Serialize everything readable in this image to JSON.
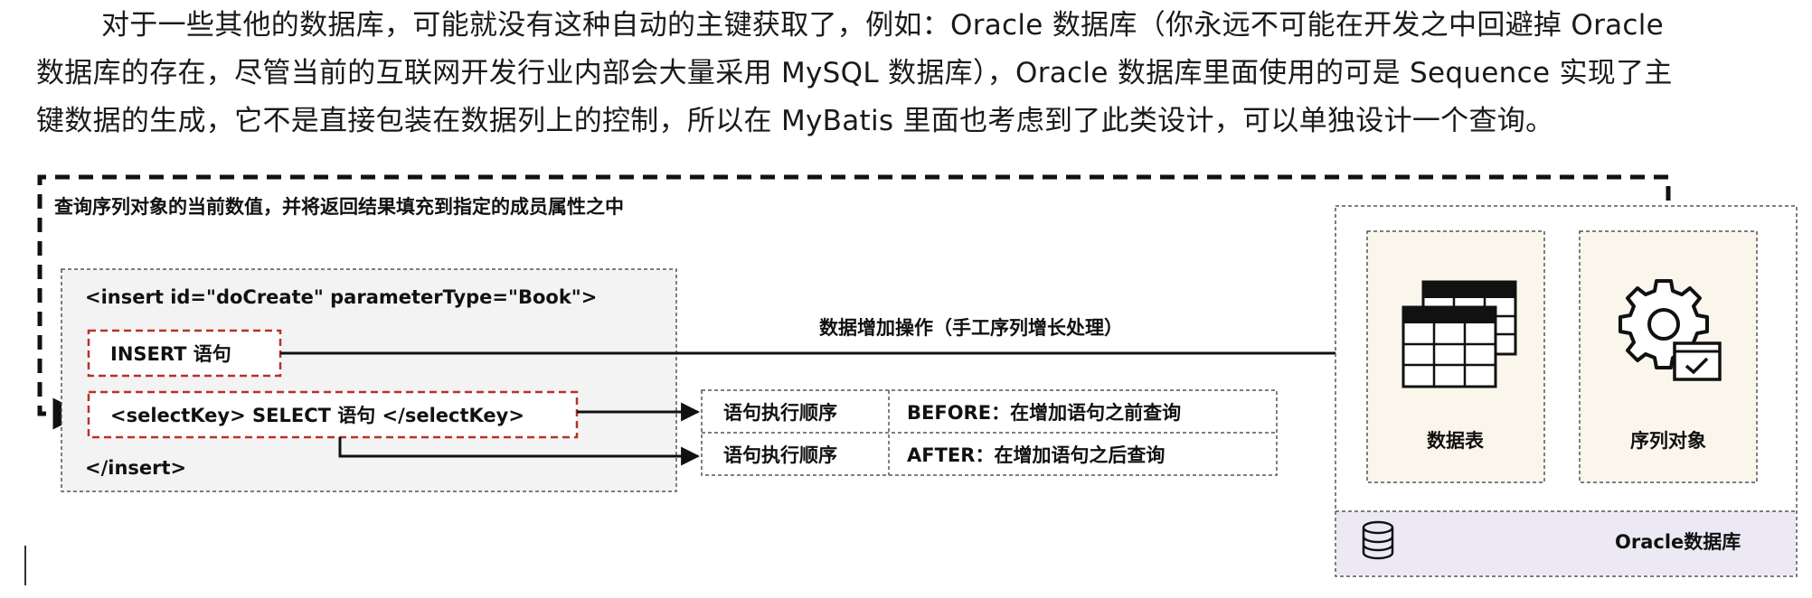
{
  "intro": {
    "line1": "对于一些其他的数据库，可能就没有这种自动的主键获取了，例如：Oracle 数据库（你永远不可能在开发之中回避掉 Oracle",
    "line2": "数据库的存在，尽管当前的互联网开发行业内部会大量采用 MySQL 数据库），Oracle 数据库里面使用的可是 Sequence 实现了主",
    "line3": "键数据的生成，它不是直接包装在数据列上的控制，所以在 MyBatis 里面也考虑到了此类设计，可以单独设计一个查询。"
  },
  "diagram": {
    "sequence_note": "查询序列对象的当前数值，并将返回结果填充到指定的成员属性之中",
    "insert_open": "<insert id=\"doCreate\" parameterType=\"Book\">",
    "insert_stmt": "INSERT 语句",
    "select_key": "<selectKey> SELECT 语句 </selectKey>",
    "insert_close": "</insert>",
    "arrow_label": "数据增加操作（手工序列增长处理）",
    "order_rows": [
      {
        "key": "语句执行顺序",
        "value": "BEFORE：在增加语句之前查询"
      },
      {
        "key": "语句执行顺序",
        "value": "AFTER：在增加语句之后查询"
      }
    ],
    "table_label": "数据表",
    "sequence_label": "序列对象",
    "db_label": "Oracle数据库",
    "colors": {
      "red_dashed": "#b5322a",
      "card_fill": "#fbf6ec",
      "db_footer_fill": "#ece9f4",
      "left_panel_fill": "#f3f3f3",
      "line": "#111111"
    }
  }
}
